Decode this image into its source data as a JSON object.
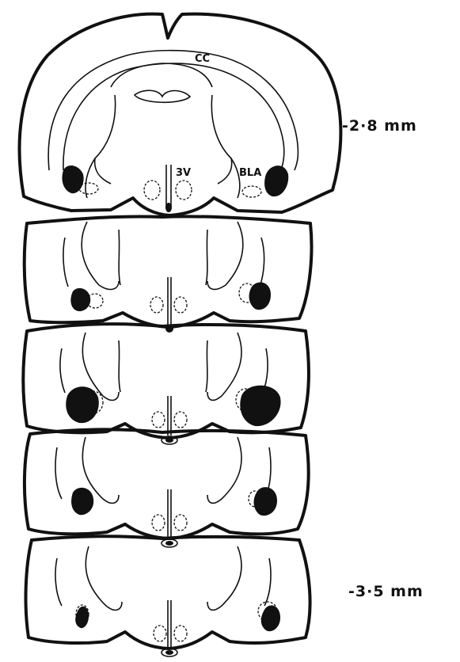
{
  "figure": {
    "levels": [
      {
        "label": "-2·8 mm"
      },
      {
        "label": "-3·5 mm"
      }
    ],
    "annotations": {
      "corpus_callosum": "CC",
      "third_ventricle": "3V",
      "basolateral_amygdala": "BLA"
    },
    "colors": {
      "ink": "#111111",
      "background": "#ffffff"
    }
  }
}
